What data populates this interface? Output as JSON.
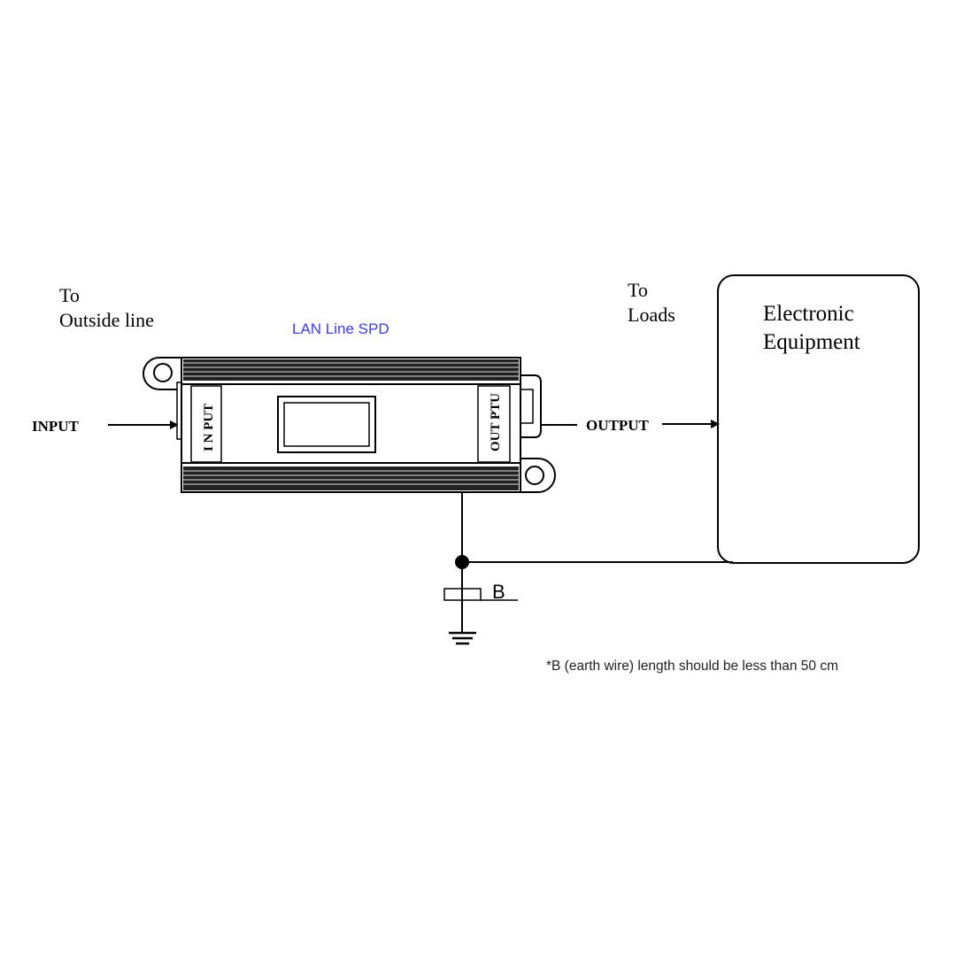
{
  "labels": {
    "outside_to": "To",
    "outside_line": "Outside line",
    "device_name": "LAN Line SPD",
    "loads_to": "To",
    "loads": "Loads",
    "equipment_line1": "Electronic",
    "equipment_line2": "Equipment",
    "input": "INPUT",
    "output": "OUTPUT",
    "panel_input": "I N PUT",
    "panel_output": "OUT PTU",
    "earth_label": "B",
    "note": "*B (earth wire) length should be less than 50 cm"
  },
  "colors": {
    "device_label": "#3a3aff",
    "line": "#000000"
  }
}
